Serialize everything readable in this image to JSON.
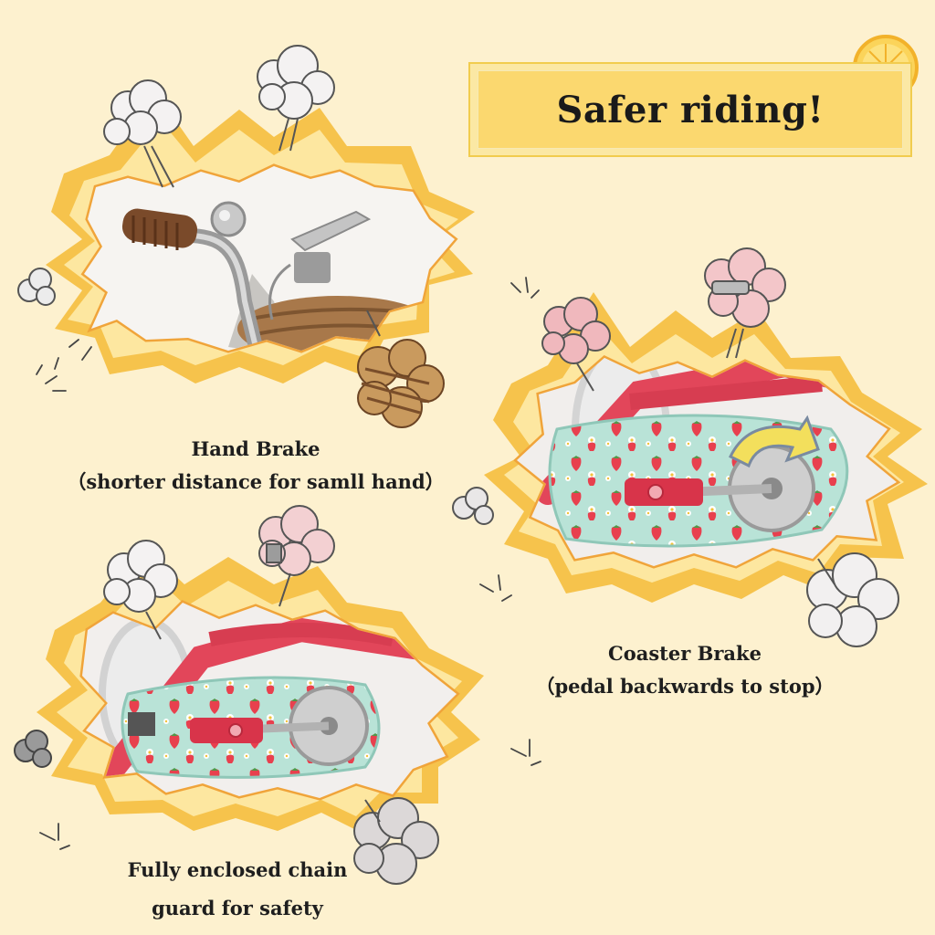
{
  "title": "Safer riding!",
  "features": [
    {
      "name": "Hand Brake",
      "detail": "（shorter distance for samll hand）"
    },
    {
      "name": "Coaster Brake",
      "detail": "（pedal backwards to stop）"
    },
    {
      "line1": "Fully enclosed chain",
      "line2": "guard for safety"
    }
  ],
  "colors": {
    "background": "#fdf1cf",
    "burst_orange": "#f3b23a",
    "title_yellow": "#fbd86f",
    "bike_red": "#e4485a",
    "chain_guard_mint": "#a9dccf"
  },
  "icons": [
    "cloud-puff-icon",
    "sparkle-icon",
    "orange-slice-icon",
    "curved-arrow-icon",
    "strawberry-icon"
  ]
}
